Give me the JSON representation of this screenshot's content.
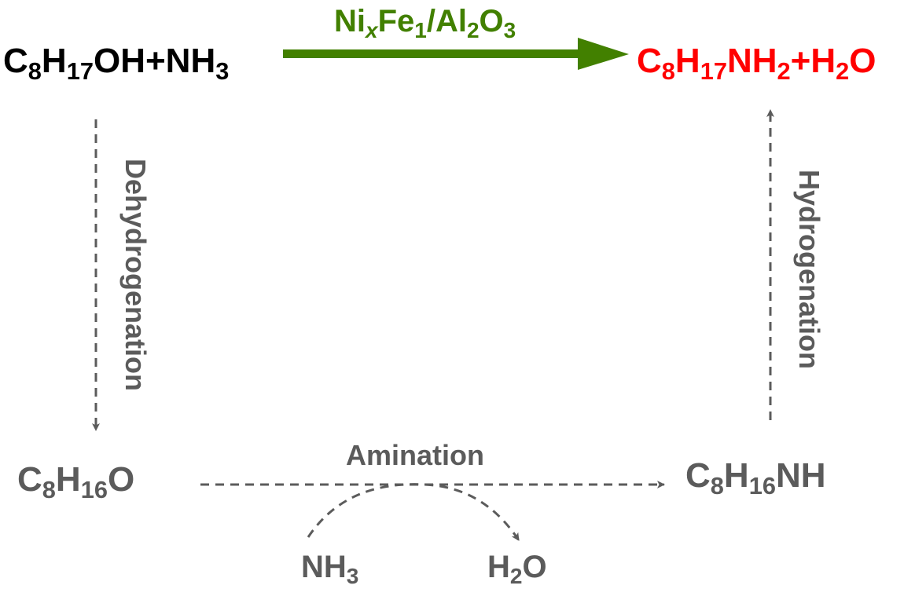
{
  "title_reaction": {
    "reactants": [
      "C",
      "8",
      "H",
      "17",
      "OH+NH",
      "3"
    ],
    "products": [
      "C",
      "8",
      "H",
      "17",
      "NH",
      "2",
      "+H",
      "2",
      "O"
    ],
    "catalyst": [
      "Ni",
      "x",
      "Fe",
      "1",
      "/Al",
      "2",
      "O",
      "3"
    ]
  },
  "pathway": {
    "step1_label": "Dehydrogenation",
    "intermediate1": [
      "C",
      "8",
      "H",
      "16",
      "O"
    ],
    "step2_label": "Amination",
    "step2_reagent": [
      "NH",
      "3"
    ],
    "step2_byproduct": [
      "H",
      "2",
      "O"
    ],
    "intermediate2": [
      "C",
      "8",
      "H",
      "16",
      "NH"
    ],
    "step3_label": "Hydrogenation"
  },
  "colors": {
    "catalyst": "#428000",
    "product": "#ff0000",
    "reactant": "#000000",
    "pathway": "#5b5b5b"
  }
}
